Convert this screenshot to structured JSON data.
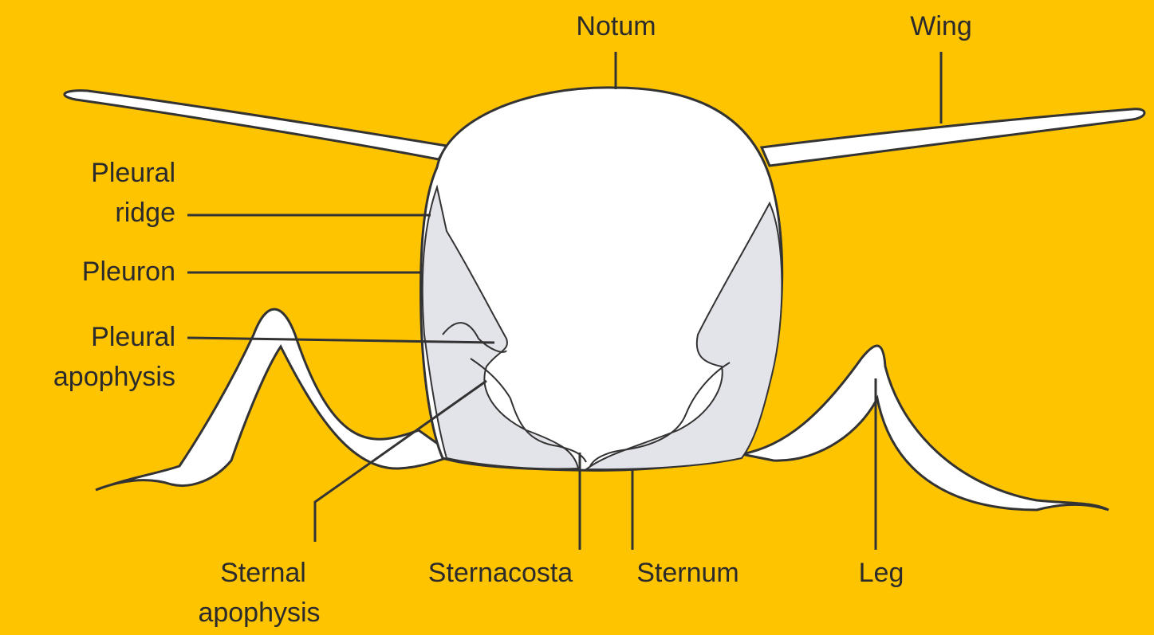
{
  "colors": {
    "background": "#FFC400",
    "body_fill": "#FFFFFF",
    "pleuron_fill": "#E3E3EA",
    "outline": "#333333",
    "leader_line": "#333333"
  },
  "labels": {
    "notum": "Notum",
    "wing": "Wing",
    "pleural_ridge_1": "Pleural",
    "pleural_ridge_2": "ridge",
    "pleuron": "Pleuron",
    "pleural_apophysis_1": "Pleural",
    "pleural_apophysis_2": "apophysis",
    "sternal_apophysis_1": "Sternal",
    "sternal_apophysis_2": "apophysis",
    "sternacosta": "Sternacosta",
    "sternum": "Sternum",
    "leg": "Leg"
  }
}
